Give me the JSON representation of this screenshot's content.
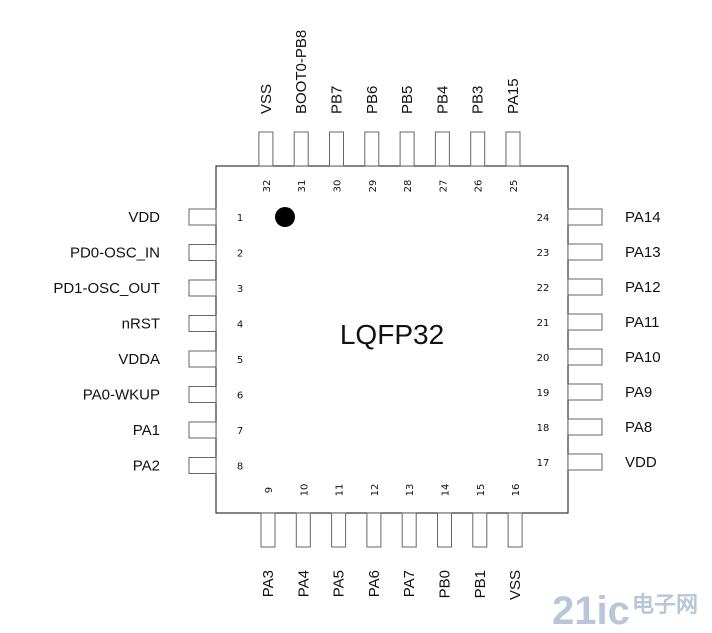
{
  "chip": {
    "label": "LQFP32"
  },
  "pins": {
    "left": [
      {
        "num": "1",
        "name": "VDD"
      },
      {
        "num": "2",
        "name": "PD0-OSC_IN"
      },
      {
        "num": "3",
        "name": "PD1-OSC_OUT"
      },
      {
        "num": "4",
        "name": "nRST"
      },
      {
        "num": "5",
        "name": "VDDA"
      },
      {
        "num": "6",
        "name": "PA0-WKUP"
      },
      {
        "num": "7",
        "name": "PA1"
      },
      {
        "num": "8",
        "name": "PA2"
      }
    ],
    "bottom": [
      {
        "num": "9",
        "name": "PA3"
      },
      {
        "num": "10",
        "name": "PA4"
      },
      {
        "num": "11",
        "name": "PA5"
      },
      {
        "num": "12",
        "name": "PA6"
      },
      {
        "num": "13",
        "name": "PA7"
      },
      {
        "num": "14",
        "name": "PB0"
      },
      {
        "num": "15",
        "name": "PB1"
      },
      {
        "num": "16",
        "name": "VSS"
      }
    ],
    "right": [
      {
        "num": "17",
        "name": "VDD"
      },
      {
        "num": "18",
        "name": "PA8"
      },
      {
        "num": "19",
        "name": "PA9"
      },
      {
        "num": "20",
        "name": "PA10"
      },
      {
        "num": "21",
        "name": "PA11"
      },
      {
        "num": "22",
        "name": "PA12"
      },
      {
        "num": "23",
        "name": "PA13"
      },
      {
        "num": "24",
        "name": "PA14"
      }
    ],
    "top": [
      {
        "num": "25",
        "name": "PA15"
      },
      {
        "num": "26",
        "name": "PB3"
      },
      {
        "num": "27",
        "name": "PB4"
      },
      {
        "num": "28",
        "name": "PB5"
      },
      {
        "num": "29",
        "name": "PB6"
      },
      {
        "num": "30",
        "name": "PB7"
      },
      {
        "num": "31",
        "name": "BOOT0-PB8"
      },
      {
        "num": "32",
        "name": "VSS"
      }
    ]
  },
  "watermark": {
    "number": "21ic",
    "chinese": "电子网"
  }
}
